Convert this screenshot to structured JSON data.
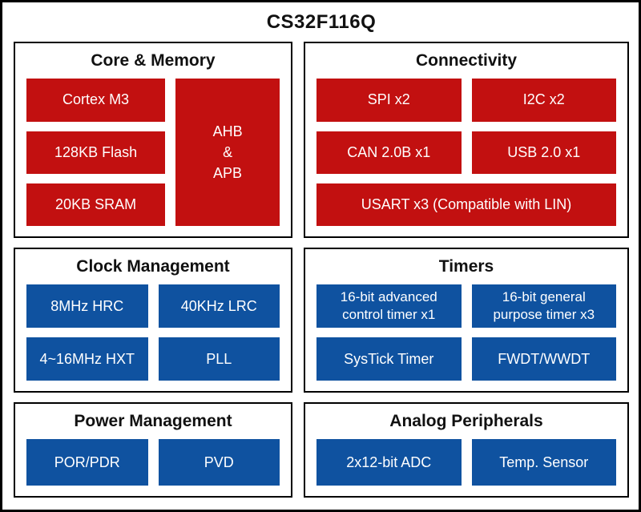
{
  "diagram_title": "CS32F116Q",
  "colors": {
    "red_block": "#c21010",
    "blue_block": "#0f52a0",
    "box_border": "#000000",
    "background": "#ffffff",
    "block_text": "#ffffff",
    "title_text": "#111111"
  },
  "sections": {
    "core_memory": {
      "title": "Core & Memory",
      "blocks": {
        "core": "Cortex M3",
        "flash": "128KB Flash",
        "sram": "20KB SRAM",
        "bus": "AHB\n&\nAPB"
      }
    },
    "connectivity": {
      "title": "Connectivity",
      "blocks": {
        "spi": "SPI x2",
        "i2c": "I2C x2",
        "can": "CAN 2.0B x1",
        "usb": "USB 2.0 x1",
        "usart": "USART x3 (Compatible with LIN)"
      }
    },
    "clock_management": {
      "title": "Clock Management",
      "blocks": {
        "hrc": "8MHz HRC",
        "lrc": "40KHz LRC",
        "hxt": "4~16MHz HXT",
        "pll": "PLL"
      }
    },
    "timers": {
      "title": "Timers",
      "blocks": {
        "advanced": "16-bit advanced\ncontrol timer x1",
        "general": "16-bit general\npurpose timer x3",
        "systick": "SysTick Timer",
        "watchdog": "FWDT/WWDT"
      }
    },
    "power_management": {
      "title": "Power Management",
      "blocks": {
        "por": "POR/PDR",
        "pvd": "PVD"
      }
    },
    "analog_peripherals": {
      "title": "Analog Peripherals",
      "blocks": {
        "adc": "2x12-bit ADC",
        "temp": "Temp. Sensor"
      }
    }
  }
}
